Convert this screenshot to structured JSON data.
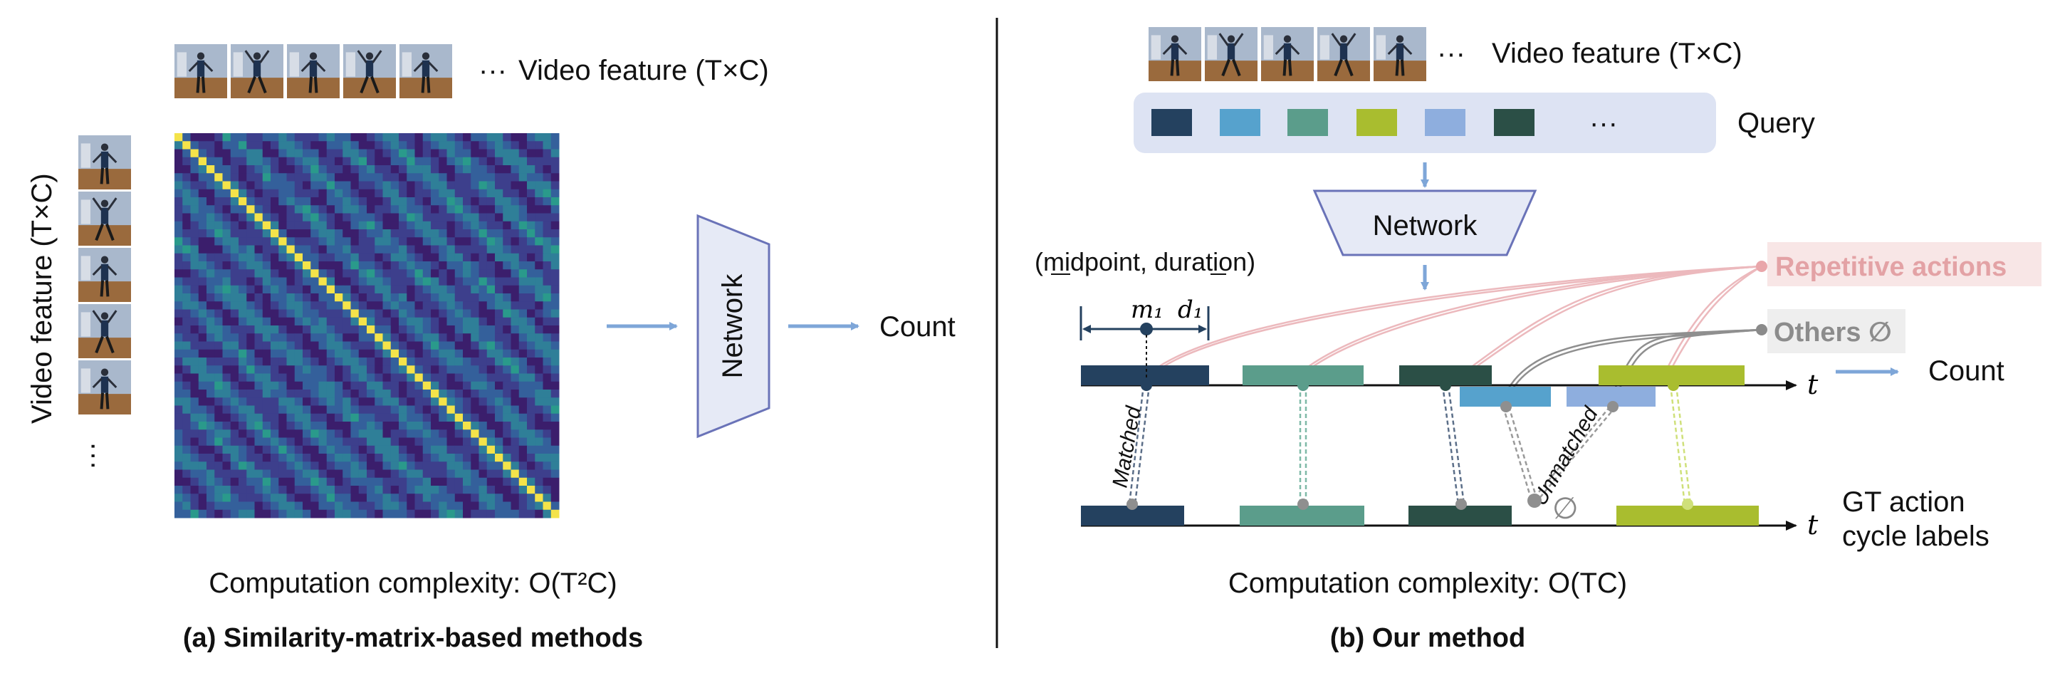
{
  "panel_a": {
    "video_feature_label": "Video feature (T×C)",
    "video_feature_side_label": "Video feature (T×C)",
    "ellipsis": "···",
    "network_label": "Network",
    "count_label": "Count",
    "complexity": "Computation complexity: O(T²C)",
    "caption": "(a) Similarity-matrix-based methods"
  },
  "panel_b": {
    "video_feature_label": "Video feature (T×C)",
    "ellipsis": "···",
    "query_label": "Query",
    "query_colors": [
      "#24415f",
      "#56a2cd",
      "#5b9d8b",
      "#a9bd2f",
      "#8eaede",
      "#2b4f46"
    ],
    "network_label": "Network",
    "midpoint_duration": "(midpoint, duration)",
    "m1": "m₁",
    "d1": "d₁",
    "repetitive_label": "Repetitive actions",
    "others_label": "Others ∅",
    "t_label": "t",
    "count_label": "Count",
    "matched_label": "Matched",
    "unmatched_label": "Unmatched",
    "empty_set": "∅",
    "gt_label_line1": "GT action",
    "gt_label_line2": "cycle labels",
    "complexity": "Computation complexity: O(TC)",
    "caption": "(b) Our method"
  }
}
